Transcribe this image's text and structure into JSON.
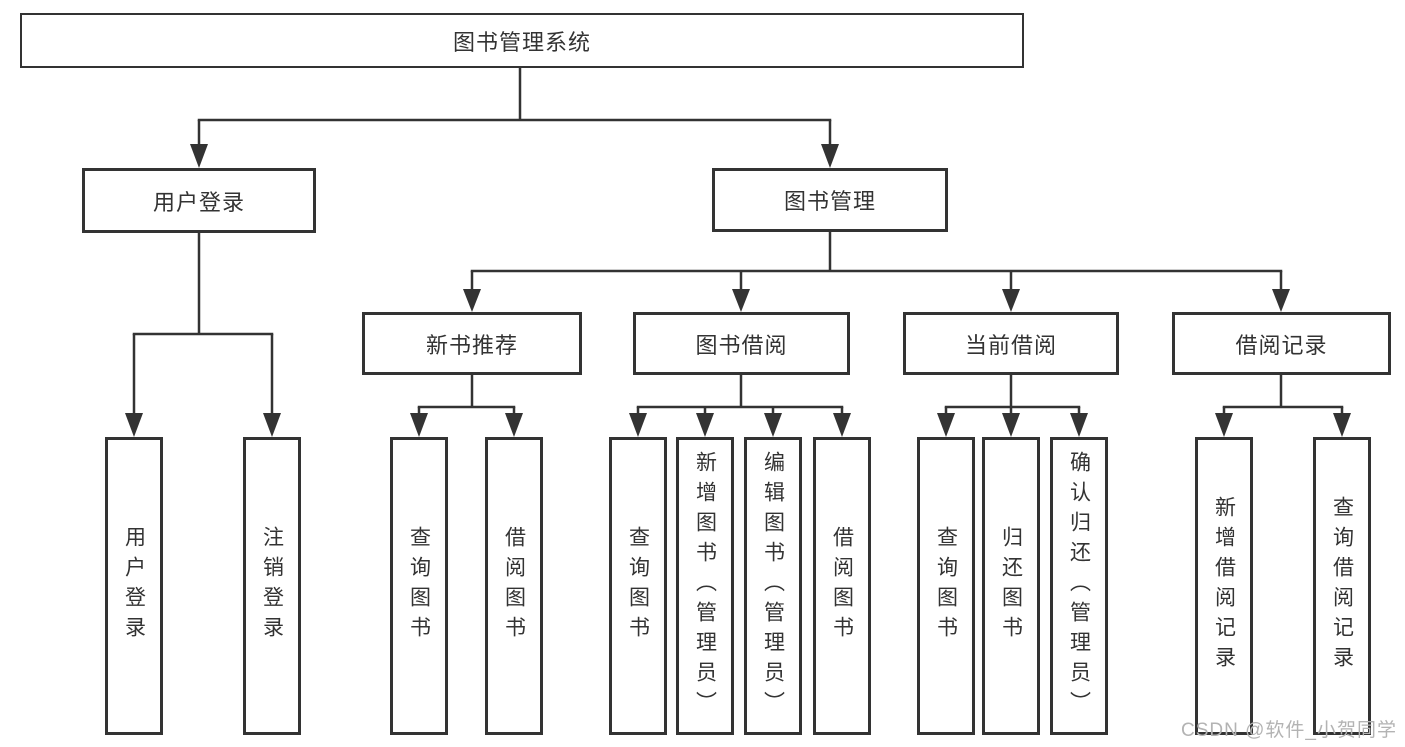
{
  "diagram": {
    "type": "tree",
    "root": {
      "label": "图书管理系统",
      "children": [
        {
          "label": "用户登录",
          "children": [
            {
              "label": "用户登录"
            },
            {
              "label": "注销登录"
            }
          ]
        },
        {
          "label": "图书管理",
          "children": [
            {
              "label": "新书推荐",
              "children": [
                {
                  "label": "查询图书"
                },
                {
                  "label": "借阅图书"
                }
              ]
            },
            {
              "label": "图书借阅",
              "children": [
                {
                  "label": "查询图书"
                },
                {
                  "label": "新增图书（管理员）"
                },
                {
                  "label": "编辑图书（管理员）"
                },
                {
                  "label": "借阅图书"
                }
              ]
            },
            {
              "label": "当前借阅",
              "children": [
                {
                  "label": "查询图书"
                },
                {
                  "label": "归还图书"
                },
                {
                  "label": "确认归还（管理员）"
                }
              ]
            },
            {
              "label": "借阅记录",
              "children": [
                {
                  "label": "新增借阅记录"
                },
                {
                  "label": "查询借阅记录"
                }
              ]
            }
          ]
        }
      ]
    },
    "colors": {
      "line": "#333333",
      "box_border": "#333333",
      "text": "#333333",
      "background": "#ffffff",
      "watermark": "#b3b3b3"
    }
  },
  "watermark": {
    "text": "CSDN @软件_小贺同学"
  }
}
